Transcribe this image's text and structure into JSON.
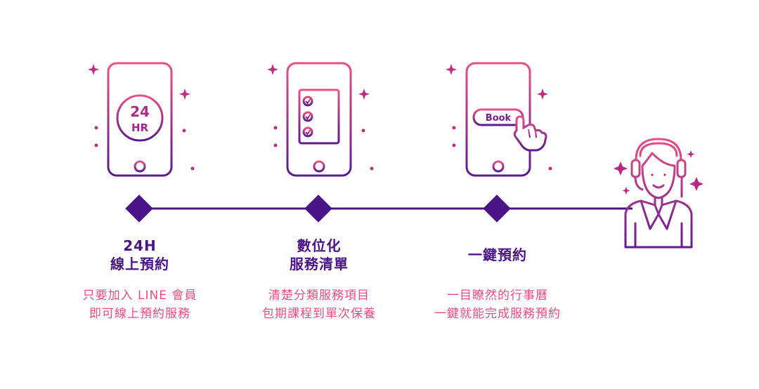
{
  "colors": {
    "purple": "#4a1488",
    "pink": "#ec4c7c",
    "gradient_top": "#ec4f86",
    "gradient_bottom": "#5b1a8f"
  },
  "steps": [
    {
      "icon": "24hr-phone-icon",
      "phone_label_top": "24",
      "phone_label_bottom": "HR",
      "title": [
        "24H",
        "線上預約"
      ],
      "desc": [
        "只要加入 LINE 會員",
        "即可線上預約服務"
      ]
    },
    {
      "icon": "checklist-phone-icon",
      "title": [
        "數位化",
        "服務清單"
      ],
      "desc": [
        "清楚分類服務項目",
        "包期課程到單次保養"
      ]
    },
    {
      "icon": "book-button-phone-icon",
      "book_label": "Book",
      "title": [
        "一鍵預約"
      ],
      "desc": [
        "一目瞭然的行事曆",
        "一鍵就能完成服務預約"
      ]
    }
  ],
  "end_icon": "customer-service-agent-icon"
}
